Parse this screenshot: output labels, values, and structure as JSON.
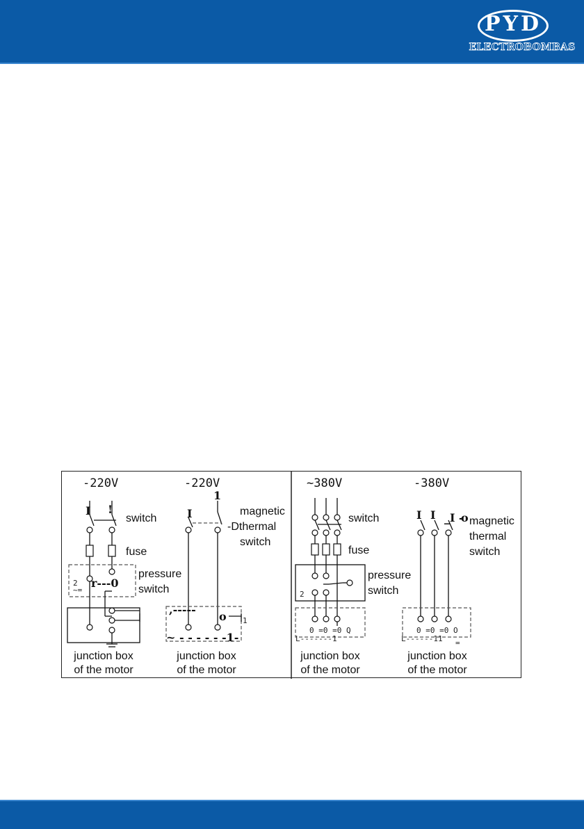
{
  "brand": {
    "color": "#0b5aa6",
    "logo_text": "PYD",
    "logo_sub": "ELECTROBOMBAS"
  },
  "diagram": {
    "panel1": {
      "voltage": "-220V",
      "switch_label": "switch",
      "fuse_label": "fuse",
      "pressure_label_1": "pressure",
      "pressure_label_2": "switch",
      "marks": {
        "a": "I",
        "b": "!",
        "c": "r---0",
        "d": "2",
        "e": "~="
      },
      "junction_1": "junction  box",
      "junction_2": "of the motor"
    },
    "panel2": {
      "voltage": "-220V",
      "magnetic_1": "magnetic",
      "magnetic_2": "-Dthermal",
      "magnetic_3": "switch",
      "marks": {
        "a": "I",
        "b": "1",
        "c": ",-----",
        "d": "o",
        "e": "~ - - - - - -1-",
        "f": "1"
      },
      "junction_1": "junction  box",
      "junction_2": "of the motor"
    },
    "panel3": {
      "voltage": "~380V",
      "switch_label": "switch",
      "fuse_label": "fuse",
      "pressure_label_1": "pressure",
      "pressure_label_2": "switch",
      "marks": {
        "a": "2",
        "b": "0 =0 =0   Q",
        "c": "L-------1"
      },
      "junction_1": "junction  box",
      "junction_2": "of the motor"
    },
    "panel4": {
      "voltage": "-380V",
      "magnetic_1": "magnetic",
      "magnetic_2": "thermal",
      "magnetic_3": "switch",
      "marks": {
        "a": "I",
        "b": "I",
        "c": "_I -",
        "d": "o",
        "e": "0 =0 =0   O",
        "f": "L------11",
        "g": "="
      },
      "junction_1": "junction  box",
      "junction_2": "of the motor"
    }
  }
}
